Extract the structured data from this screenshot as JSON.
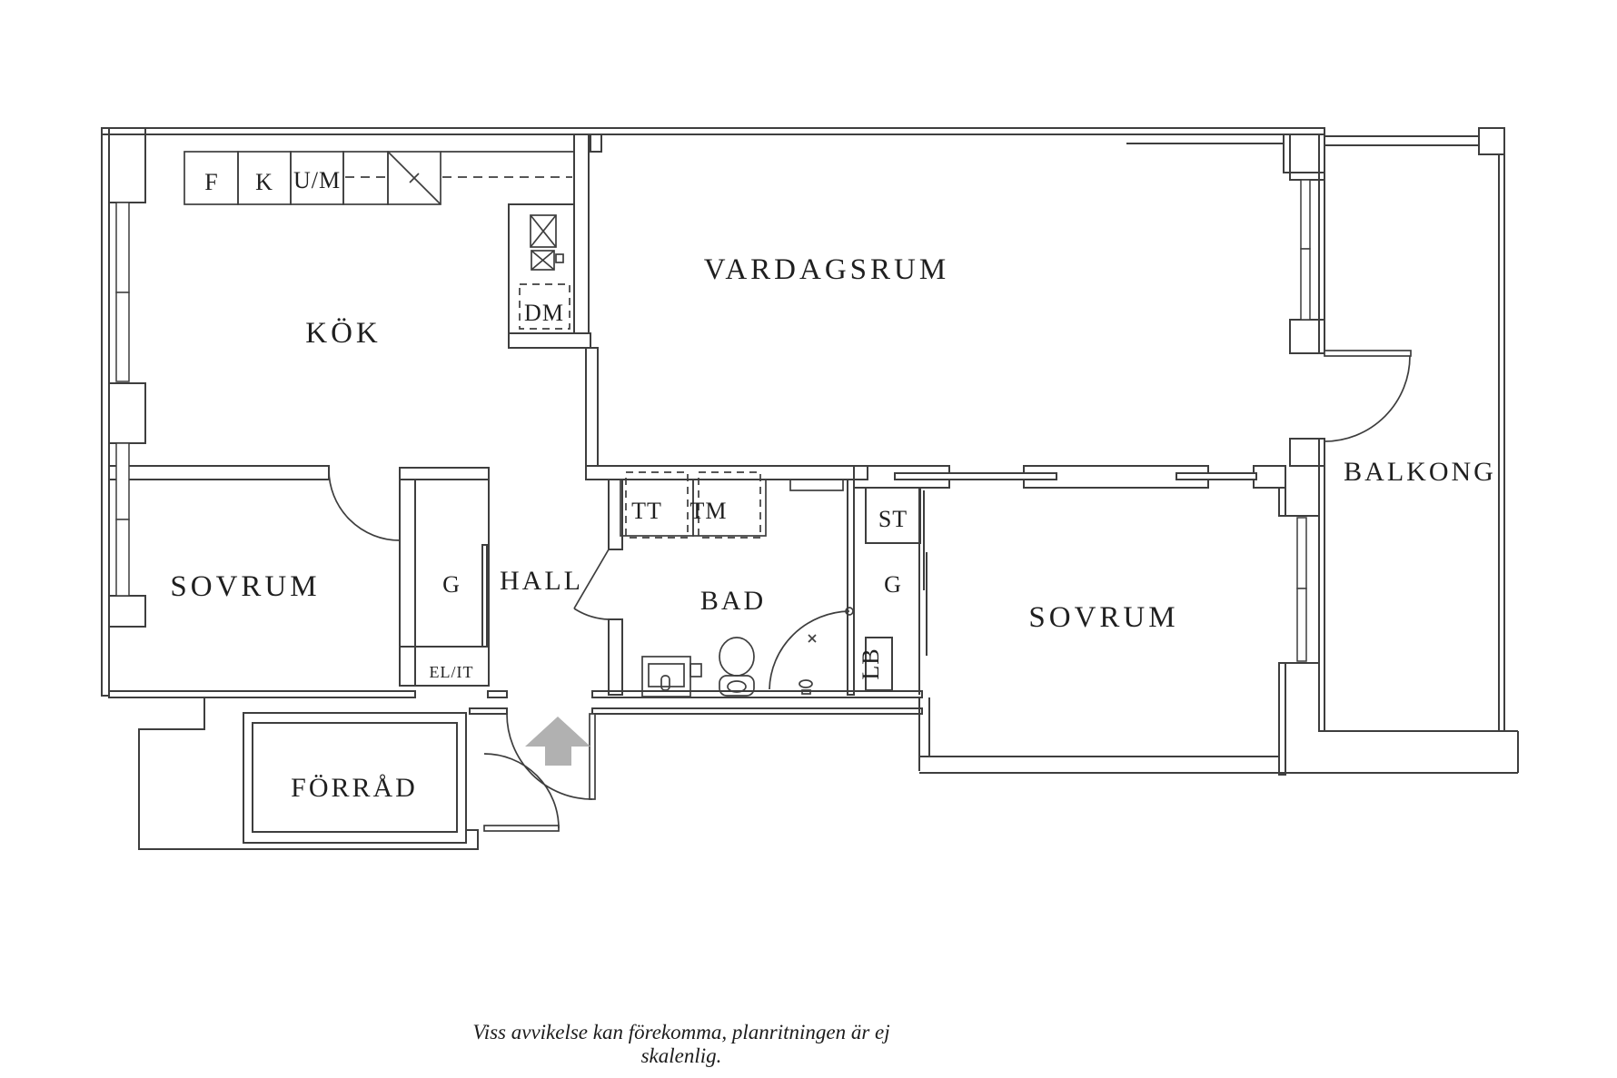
{
  "colors": {
    "line": "#3e3e3e",
    "text": "#1f1f1f",
    "entrance_arrow": "#b1b1b1",
    "background": "#ffffff"
  },
  "plan": {
    "rooms": {
      "kitchen": "KÖK",
      "living_room": "VARDAGSRUM",
      "bedroom_left": "SOVRUM",
      "bedroom_right": "SOVRUM",
      "hall": "HALL",
      "bathroom": "BAD",
      "balcony": "BALKONG",
      "storage": "FÖRRÅD"
    },
    "appliances": {
      "f": "F",
      "k": "K",
      "um": "U/M",
      "dm": "DM",
      "tt": "TT",
      "tm": "TM"
    },
    "closets": {
      "st": "ST",
      "g_left": "G",
      "g_right": "G",
      "lb": "LB",
      "el_it": "EL/IT"
    }
  },
  "footer": {
    "disclaimer": "Viss avvikelse kan förekomma, planritningen är ej skalenlig."
  }
}
